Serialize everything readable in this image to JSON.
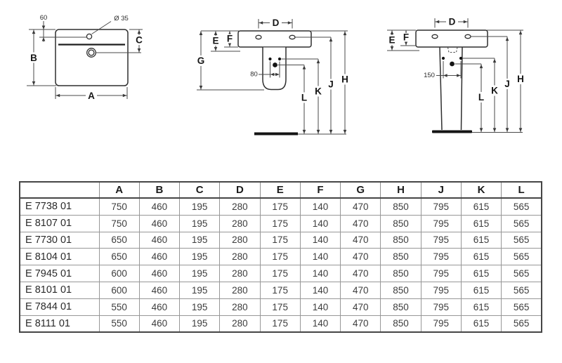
{
  "drawings": {
    "front": {
      "dim_60": "60",
      "faucet_diameter": "Ø 35",
      "width": "A",
      "height": "B",
      "depth": "C"
    },
    "semi": {
      "d": "D",
      "e": "E",
      "f": "F",
      "g": "G",
      "h": "H",
      "j": "J",
      "k": "K",
      "l": "L",
      "dim_80": "80"
    },
    "full": {
      "d": "D",
      "e": "E",
      "f": "F",
      "h": "H",
      "j": "J",
      "k": "K",
      "l": "L",
      "dim_150": "150"
    }
  },
  "table": {
    "columns": [
      "",
      "A",
      "B",
      "C",
      "D",
      "E",
      "F",
      "G",
      "H",
      "J",
      "K",
      "L"
    ],
    "rows": [
      {
        "model": "E 7738 01",
        "values": [
          750,
          460,
          195,
          280,
          175,
          140,
          470,
          850,
          795,
          615,
          565
        ]
      },
      {
        "model": "E 8107 01",
        "values": [
          750,
          460,
          195,
          280,
          175,
          140,
          470,
          850,
          795,
          615,
          565
        ]
      },
      {
        "model": "E 7730 01",
        "values": [
          650,
          460,
          195,
          280,
          175,
          140,
          470,
          850,
          795,
          615,
          565
        ]
      },
      {
        "model": "E 8104 01",
        "values": [
          650,
          460,
          195,
          280,
          175,
          140,
          470,
          850,
          795,
          615,
          565
        ]
      },
      {
        "model": "E 7945 01",
        "values": [
          600,
          460,
          195,
          280,
          175,
          140,
          470,
          850,
          795,
          615,
          565
        ]
      },
      {
        "model": "E 8101 01",
        "values": [
          600,
          460,
          195,
          280,
          175,
          140,
          470,
          850,
          795,
          615,
          565
        ]
      },
      {
        "model": "E 7844 01",
        "values": [
          550,
          460,
          195,
          280,
          175,
          140,
          470,
          850,
          795,
          615,
          565
        ]
      },
      {
        "model": "E 8111 01",
        "values": [
          550,
          460,
          195,
          280,
          175,
          140,
          470,
          850,
          795,
          615,
          565
        ]
      }
    ]
  }
}
